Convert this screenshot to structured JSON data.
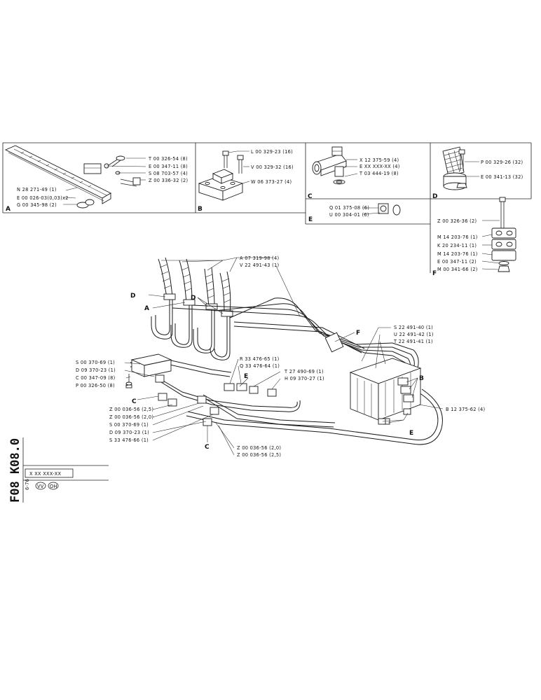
{
  "panels": [
    {
      "letter": "A",
      "labels": [
        "T 00 326-54 (8)",
        "E 00 347-11 (8)",
        "S 08 703-57 (4)",
        "Z 00 336-32 (2)",
        "N 28 271-49 (1)",
        "E 00 026-03(0,03)x2",
        "G 00 345-98 (2)"
      ]
    },
    {
      "letter": "B",
      "labels": [
        "L 00 329-23 (16)",
        "V 00 329-32 (16)",
        "W 06 373-27 (4)"
      ]
    },
    {
      "letter": "C",
      "labels": [
        "X 12 375-59 (4)",
        "E XX XXX-XX (4)",
        "T 03 444-19 (8)"
      ]
    },
    {
      "letter": "D",
      "labels": [
        "P 00 329-26 (32)",
        "E 00 341-13 (32)"
      ]
    },
    {
      "letter": "E",
      "labels": [
        "Q 01 375-08 (6)",
        "U 00 304-01 (6)"
      ]
    },
    {
      "letter": "F",
      "labels": [
        "Z 00 326-36 (2)",
        "M 14 203-76 (1)",
        "K 20 234-11 (1)",
        "M 14 203-76 (1)",
        "E 00 347-11 (2)",
        "M 00 341-66 (2)"
      ]
    }
  ],
  "main": {
    "top_labels": [
      "A 07 319-98 (4)",
      "V 22 491-43 (1)"
    ],
    "right_labels": [
      "S 22 491-40 (1)",
      "U 22 491-42 (1)",
      "T 22 491-41 (1)"
    ],
    "mid_labels": [
      "R 33 476-65 (1)",
      "Q 33 476-64 (1)",
      "T 27 490-69 (1)",
      "H 09 370-27 (1)"
    ],
    "left_labels": [
      "S 00 370-69 (1)",
      "D 09 370-23 (1)",
      "C 00 347-09 (8)",
      "P 00 326-50 (8)"
    ],
    "bottom_labels": [
      "Z 00 036-56 (2,5)",
      "Z 00 036-56 (2,0)",
      "S 00 370-69 (1)",
      "D 09 370-23 (1)",
      "S 33 476-66 (1)"
    ],
    "bottom_right_labels": [
      "Z 00 036-56 (2,0)",
      "Z 00 036-56 (2,5)"
    ],
    "b_label": "B 12 375-62 (4)",
    "callouts": [
      "D",
      "A",
      "D",
      "F",
      "E",
      "B",
      "C",
      "C",
      "E"
    ]
  },
  "sheet": {
    "code": "F08 K08.0",
    "box_text": "X XX XXX-XX",
    "date": "6-76",
    "marks": [
      "VV",
      "OH"
    ]
  }
}
